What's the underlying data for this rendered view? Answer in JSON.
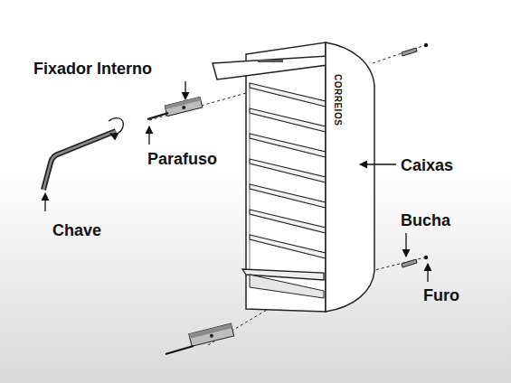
{
  "diagram": {
    "labels": [
      "Fixador Interno",
      "Parafuso",
      "Chave",
      "Caixas",
      "Bucha",
      "Furo",
      "CORREIOS"
    ]
  }
}
